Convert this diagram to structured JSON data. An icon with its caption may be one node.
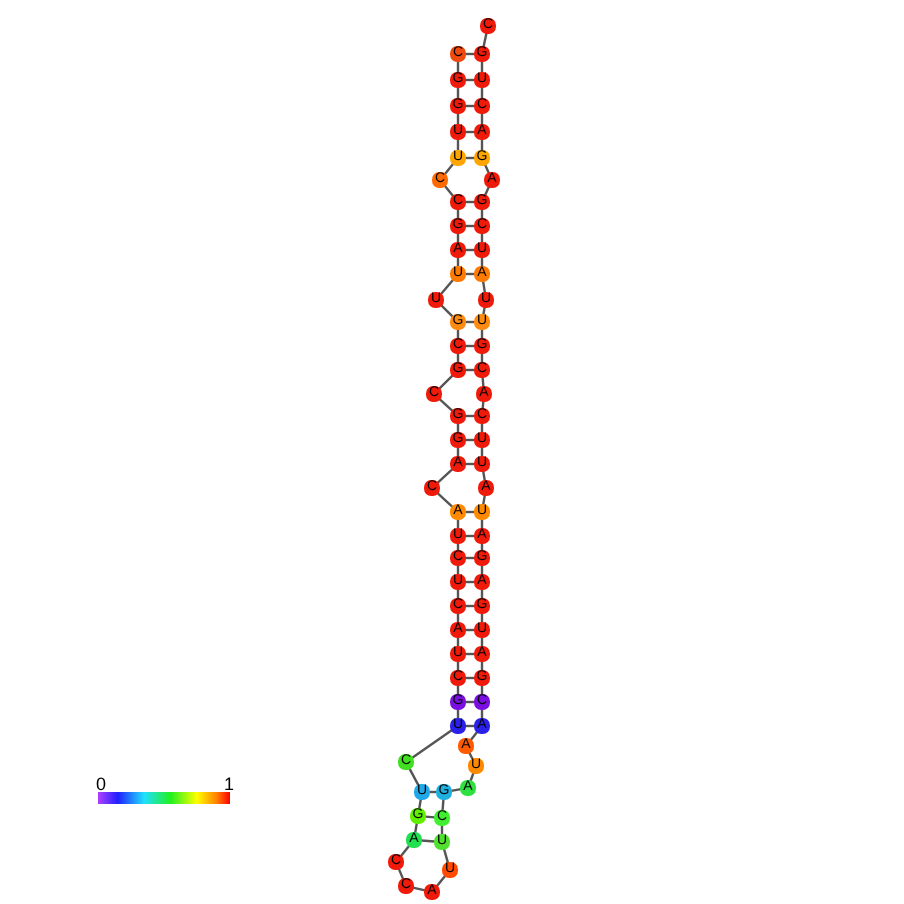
{
  "diagram": {
    "nodes": [
      {
        "text": [
          "C"
        ]
      },
      {
        "text": [
          "G"
        ]
      },
      {
        "text": [
          "G"
        ]
      },
      {
        "text": [
          "U"
        ]
      },
      {
        "text": [
          "U"
        ]
      },
      {
        "text": [
          "C"
        ]
      },
      {
        "text": [
          "C"
        ]
      },
      {
        "text": [
          "G"
        ]
      },
      {
        "text": [
          "A"
        ]
      },
      {
        "text": [
          "U"
        ]
      },
      {
        "text": [
          "U"
        ]
      },
      {
        "text": [
          "G"
        ]
      },
      {
        "text": [
          "C"
        ]
      },
      {
        "text": [
          "G"
        ]
      },
      {
        "text": [
          "C"
        ]
      },
      {
        "text": [
          "G"
        ]
      },
      {
        "text": [
          "G"
        ]
      },
      {
        "text": [
          "A"
        ]
      },
      {
        "text": [
          "C"
        ]
      },
      {
        "text": [
          "A"
        ]
      },
      {
        "text": [
          "U"
        ]
      },
      {
        "text": [
          "C"
        ]
      },
      {
        "text": [
          "U"
        ]
      },
      {
        "text": [
          "C"
        ]
      },
      {
        "text": [
          "A"
        ]
      },
      {
        "text": [
          "U"
        ]
      },
      {
        "text": [
          "C"
        ]
      },
      {
        "text": [
          "G"
        ]
      },
      {
        "text": [
          "U"
        ]
      },
      {
        "text": [
          "C"
        ]
      },
      {
        "text": [
          "U"
        ]
      },
      {
        "text": [
          "G"
        ]
      },
      {
        "text": [
          "A"
        ]
      },
      {
        "text": [
          "C"
        ]
      },
      {
        "text": [
          "C"
        ]
      },
      {
        "text": [
          "A"
        ]
      },
      {
        "text": [
          "U"
        ]
      },
      {
        "text": [
          "U"
        ]
      },
      {
        "text": [
          "C"
        ]
      },
      {
        "text": [
          "G"
        ]
      },
      {
        "text": [
          "A"
        ]
      },
      {
        "text": [
          "U"
        ]
      },
      {
        "text": [
          "A"
        ]
      },
      {
        "text": [
          "A"
        ]
      },
      {
        "text": [
          "C"
        ]
      },
      {
        "text": [
          "G"
        ]
      },
      {
        "text": [
          "A"
        ]
      },
      {
        "text": [
          "U"
        ]
      },
      {
        "text": [
          "G"
        ]
      },
      {
        "text": [
          "A"
        ]
      },
      {
        "text": [
          "G"
        ]
      },
      {
        "text": [
          "A"
        ]
      },
      {
        "text": [
          "U"
        ]
      },
      {
        "text": [
          "A"
        ]
      },
      {
        "text": [
          "U"
        ]
      },
      {
        "text": [
          "U"
        ]
      },
      {
        "text": [
          "C"
        ]
      },
      {
        "text": [
          "A"
        ]
      },
      {
        "text": [
          "C"
        ]
      },
      {
        "text": [
          "G"
        ]
      },
      {
        "text": [
          "U"
        ]
      },
      {
        "text": [
          "U"
        ]
      },
      {
        "text": [
          "A"
        ]
      },
      {
        "text": [
          "U"
        ]
      },
      {
        "text": [
          "C"
        ]
      },
      {
        "text": [
          "G"
        ]
      },
      {
        "text": [
          "A"
        ]
      },
      {
        "text": [
          "G"
        ]
      },
      {
        "text": [
          "A"
        ]
      },
      {
        "text": [
          "C"
        ]
      },
      {
        "text": [
          "U"
        ]
      },
      {
        "text": [
          "G"
        ]
      },
      {
        "text": [
          "C"
        ]
      }
    ],
    "edges": [
      {
        "from": 0,
        "to": 1,
        "arrow": "none"
      },
      {
        "from": 1,
        "to": 2,
        "arrow": "none"
      },
      {
        "from": 2,
        "to": 3,
        "arrow": "none"
      },
      {
        "from": 3,
        "to": 4,
        "arrow": "none"
      },
      {
        "from": 4,
        "to": 5,
        "arrow": "none"
      },
      {
        "from": 5,
        "to": 6,
        "arrow": "none"
      },
      {
        "from": 6,
        "to": 7,
        "arrow": "none"
      },
      {
        "from": 7,
        "to": 8,
        "arrow": "none"
      },
      {
        "from": 8,
        "to": 9,
        "arrow": "none"
      },
      {
        "from": 9,
        "to": 10,
        "arrow": "none"
      },
      {
        "from": 10,
        "to": 11,
        "arrow": "none"
      },
      {
        "from": 11,
        "to": 12,
        "arrow": "none"
      },
      {
        "from": 12,
        "to": 13,
        "arrow": "none"
      },
      {
        "from": 13,
        "to": 14,
        "arrow": "none"
      },
      {
        "from": 14,
        "to": 15,
        "arrow": "none"
      },
      {
        "from": 15,
        "to": 16,
        "arrow": "none"
      },
      {
        "from": 16,
        "to": 17,
        "arrow": "none"
      },
      {
        "from": 17,
        "to": 18,
        "arrow": "none"
      },
      {
        "from": 18,
        "to": 19,
        "arrow": "none"
      },
      {
        "from": 19,
        "to": 20,
        "arrow": "none"
      },
      {
        "from": 20,
        "to": 21,
        "arrow": "none"
      },
      {
        "from": 21,
        "to": 22,
        "arrow": "none"
      },
      {
        "from": 22,
        "to": 23,
        "arrow": "none"
      },
      {
        "from": 23,
        "to": 24,
        "arrow": "none"
      },
      {
        "from": 24,
        "to": 25,
        "arrow": "none"
      },
      {
        "from": 25,
        "to": 26,
        "arrow": "none"
      },
      {
        "from": 26,
        "to": 27,
        "arrow": "none"
      },
      {
        "from": 27,
        "to": 28,
        "arrow": "none"
      },
      {
        "from": 28,
        "to": 29,
        "arrow": "none"
      },
      {
        "from": 29,
        "to": 30,
        "arrow": "none"
      },
      {
        "from": 30,
        "to": 31,
        "arrow": "none"
      },
      {
        "from": 31,
        "to": 32,
        "arrow": "none"
      },
      {
        "from": 32,
        "to": 33,
        "arrow": "none"
      },
      {
        "from": 33,
        "to": 34,
        "arrow": "none"
      },
      {
        "from": 34,
        "to": 35,
        "arrow": "none"
      },
      {
        "from": 35,
        "to": 36,
        "arrow": "none"
      },
      {
        "from": 36,
        "to": 37,
        "arrow": "none"
      },
      {
        "from": 37,
        "to": 38,
        "arrow": "none"
      },
      {
        "from": 38,
        "to": 39,
        "arrow": "none"
      },
      {
        "from": 39,
        "to": 40,
        "arrow": "none"
      },
      {
        "from": 40,
        "to": 41,
        "arrow": "none"
      },
      {
        "from": 41,
        "to": 42,
        "arrow": "none"
      },
      {
        "from": 42,
        "to": 43,
        "arrow": "none"
      },
      {
        "from": 43,
        "to": 44,
        "arrow": "none"
      },
      {
        "from": 44,
        "to": 45,
        "arrow": "none"
      },
      {
        "from": 45,
        "to": 46,
        "arrow": "none"
      },
      {
        "from": 46,
        "to": 47,
        "arrow": "none"
      },
      {
        "from": 47,
        "to": 48,
        "arrow": "none"
      },
      {
        "from": 48,
        "to": 49,
        "arrow": "none"
      },
      {
        "from": 49,
        "to": 50,
        "arrow": "none"
      },
      {
        "from": 50,
        "to": 51,
        "arrow": "none"
      },
      {
        "from": 51,
        "to": 52,
        "arrow": "none"
      },
      {
        "from": 52,
        "to": 53,
        "arrow": "none"
      },
      {
        "from": 53,
        "to": 54,
        "arrow": "none"
      },
      {
        "from": 54,
        "to": 55,
        "arrow": "none"
      },
      {
        "from": 55,
        "to": 56,
        "arrow": "none"
      },
      {
        "from": 56,
        "to": 57,
        "arrow": "none"
      },
      {
        "from": 57,
        "to": 58,
        "arrow": "none"
      },
      {
        "from": 58,
        "to": 59,
        "arrow": "none"
      },
      {
        "from": 59,
        "to": 60,
        "arrow": "none"
      },
      {
        "from": 60,
        "to": 61,
        "arrow": "none"
      },
      {
        "from": 61,
        "to": 62,
        "arrow": "none"
      },
      {
        "from": 62,
        "to": 63,
        "arrow": "none"
      },
      {
        "from": 63,
        "to": 64,
        "arrow": "none"
      },
      {
        "from": 64,
        "to": 65,
        "arrow": "none"
      },
      {
        "from": 65,
        "to": 66,
        "arrow": "none"
      },
      {
        "from": 66,
        "to": 67,
        "arrow": "none"
      },
      {
        "from": 67,
        "to": 68,
        "arrow": "none"
      },
      {
        "from": 68,
        "to": 69,
        "arrow": "none"
      },
      {
        "from": 69,
        "to": 70,
        "arrow": "none"
      },
      {
        "from": 70,
        "to": 71,
        "arrow": "none"
      },
      {
        "from": 71,
        "to": 72,
        "arrow": "none"
      },
      {
        "from": 0,
        "to": 71,
        "arrow": "none"
      },
      {
        "from": 1,
        "to": 70,
        "arrow": "none"
      },
      {
        "from": 2,
        "to": 69,
        "arrow": "none"
      },
      {
        "from": 3,
        "to": 68,
        "arrow": "none"
      },
      {
        "from": 4,
        "to": 67,
        "arrow": "none"
      },
      {
        "from": 6,
        "to": 65,
        "arrow": "none"
      },
      {
        "from": 7,
        "to": 64,
        "arrow": "none"
      },
      {
        "from": 8,
        "to": 63,
        "arrow": "none"
      },
      {
        "from": 9,
        "to": 62,
        "arrow": "none"
      },
      {
        "from": 11,
        "to": 60,
        "arrow": "none"
      },
      {
        "from": 12,
        "to": 59,
        "arrow": "none"
      },
      {
        "from": 13,
        "to": 58,
        "arrow": "none"
      },
      {
        "from": 15,
        "to": 56,
        "arrow": "none"
      },
      {
        "from": 16,
        "to": 55,
        "arrow": "none"
      },
      {
        "from": 17,
        "to": 54,
        "arrow": "none"
      },
      {
        "from": 19,
        "to": 52,
        "arrow": "none"
      },
      {
        "from": 20,
        "to": 51,
        "arrow": "none"
      },
      {
        "from": 21,
        "to": 50,
        "arrow": "none"
      },
      {
        "from": 22,
        "to": 49,
        "arrow": "none"
      },
      {
        "from": 23,
        "to": 48,
        "arrow": "none"
      },
      {
        "from": 24,
        "to": 47,
        "arrow": "none"
      },
      {
        "from": 25,
        "to": 46,
        "arrow": "none"
      },
      {
        "from": 26,
        "to": 45,
        "arrow": "none"
      },
      {
        "from": 27,
        "to": 44,
        "arrow": "none"
      },
      {
        "from": 28,
        "to": 43,
        "arrow": "none"
      },
      {
        "from": 30,
        "to": 39,
        "arrow": "none"
      },
      {
        "from": 31,
        "to": 38,
        "arrow": "none"
      },
      {
        "from": 32,
        "to": 37,
        "arrow": "none"
      }
    ],
    "labels": [
      "0",
      "1"
    ]
  }
}
